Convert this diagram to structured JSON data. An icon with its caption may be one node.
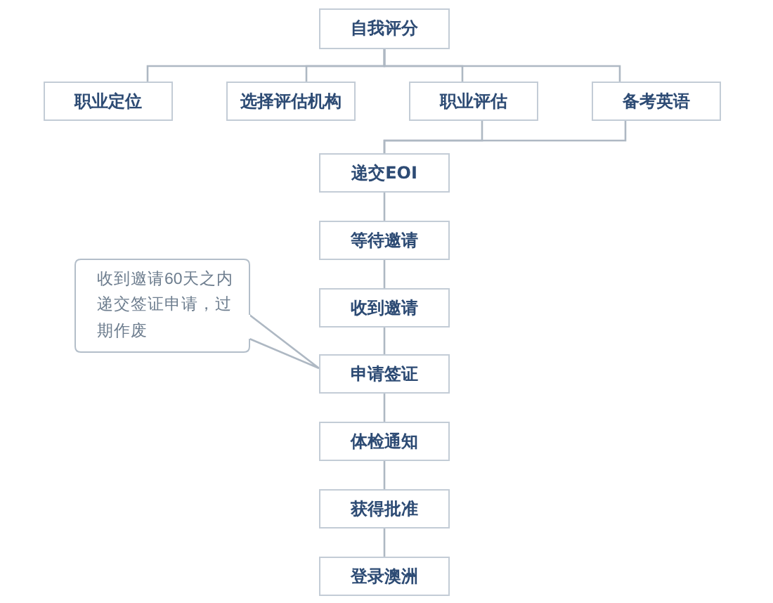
{
  "diagram": {
    "nodes": [
      {
        "text": [
          "自我评分"
        ]
      },
      {
        "text": [
          "职业定位"
        ]
      },
      {
        "text": [
          "选择评估机构"
        ]
      },
      {
        "text": [
          "职业评估"
        ]
      },
      {
        "text": [
          "备考英语"
        ]
      },
      {
        "text": [
          "递交EOI"
        ]
      },
      {
        "text": [
          "等待邀请"
        ]
      },
      {
        "text": [
          "收到邀请"
        ]
      },
      {
        "text": [
          "申请签证"
        ]
      },
      {
        "text": [
          "体检通知"
        ]
      },
      {
        "text": [
          "获得批准"
        ]
      },
      {
        "text": [
          "登录澳洲"
        ]
      },
      {
        "text": [
          "收到邀请60天之内递交签证申请，过期作废"
        ]
      }
    ],
    "edges": [
      {
        "from": 0,
        "to": 1,
        "arrow": "none"
      },
      {
        "from": 0,
        "to": 2,
        "arrow": "none"
      },
      {
        "from": 0,
        "to": 3,
        "arrow": "none"
      },
      {
        "from": 0,
        "to": 4,
        "arrow": "none"
      },
      {
        "from": 3,
        "to": 5,
        "arrow": "none"
      },
      {
        "from": 4,
        "to": 5,
        "arrow": "none"
      },
      {
        "from": 5,
        "to": 6,
        "arrow": "none"
      },
      {
        "from": 6,
        "to": 7,
        "arrow": "none"
      },
      {
        "from": 7,
        "to": 8,
        "arrow": "none"
      },
      {
        "from": 8,
        "to": 9,
        "arrow": "none"
      },
      {
        "from": 9,
        "to": 10,
        "arrow": "none"
      },
      {
        "from": 10,
        "to": 11,
        "arrow": "none"
      },
      {
        "from": 12,
        "to": 8,
        "arrow": "none"
      }
    ]
  }
}
